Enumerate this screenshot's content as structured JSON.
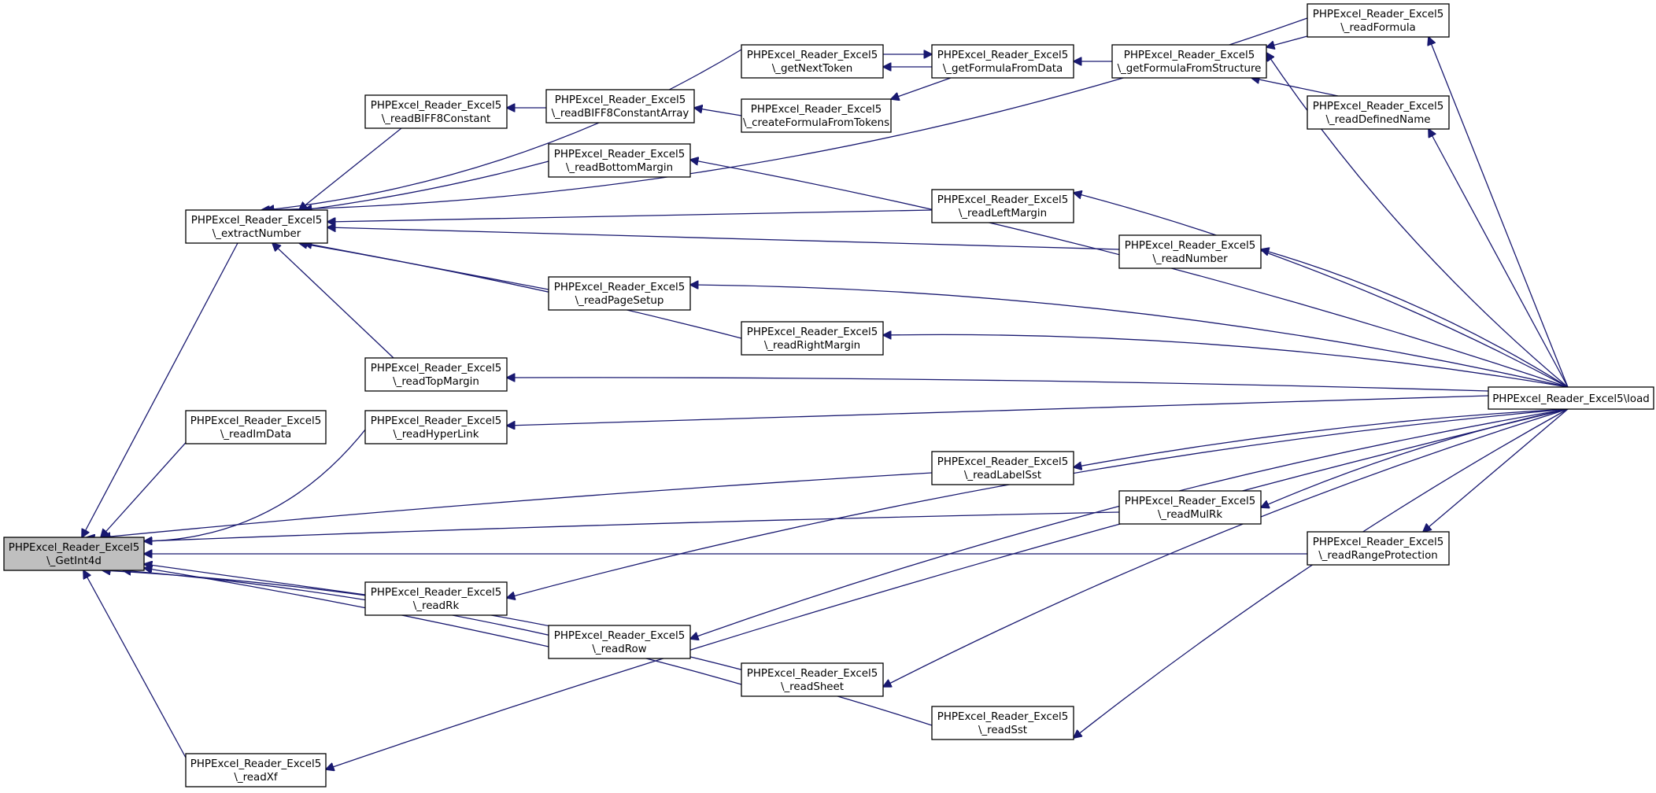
{
  "diagram": {
    "edge_color": "#191970",
    "highlight_fill": "#bfbfbf",
    "nodes": [
      {
        "id": "getint4d",
        "line1": "PHPExcel_Reader_Excel5",
        "line2": "\\_GetInt4d",
        "highlight": true
      },
      {
        "id": "extractnumber",
        "line1": "PHPExcel_Reader_Excel5",
        "line2": "\\_extractNumber"
      },
      {
        "id": "readimdata",
        "line1": "PHPExcel_Reader_Excel5",
        "line2": "\\_readImData"
      },
      {
        "id": "readxf",
        "line1": "PHPExcel_Reader_Excel5",
        "line2": "\\_readXf"
      },
      {
        "id": "readbiff8constant",
        "line1": "PHPExcel_Reader_Excel5",
        "line2": "\\_readBIFF8Constant"
      },
      {
        "id": "readtopmargin",
        "line1": "PHPExcel_Reader_Excel5",
        "line2": "\\_readTopMargin"
      },
      {
        "id": "readhyperlink",
        "line1": "PHPExcel_Reader_Excel5",
        "line2": "\\_readHyperLink"
      },
      {
        "id": "readrk",
        "line1": "PHPExcel_Reader_Excel5",
        "line2": "\\_readRk"
      },
      {
        "id": "readbiff8constantarray",
        "line1": "PHPExcel_Reader_Excel5",
        "line2": "\\_readBIFF8ConstantArray"
      },
      {
        "id": "readbottommargin",
        "line1": "PHPExcel_Reader_Excel5",
        "line2": "\\_readBottomMargin"
      },
      {
        "id": "readpagesetup",
        "line1": "PHPExcel_Reader_Excel5",
        "line2": "\\_readPageSetup"
      },
      {
        "id": "readrow",
        "line1": "PHPExcel_Reader_Excel5",
        "line2": "\\_readRow"
      },
      {
        "id": "getnexttoken",
        "line1": "PHPExcel_Reader_Excel5",
        "line2": "\\_getNextToken"
      },
      {
        "id": "createformulafromtokens",
        "line1": "PHPExcel_Reader_Excel5",
        "line2": "\\_createFormulaFromTokens"
      },
      {
        "id": "readrightmargin",
        "line1": "PHPExcel_Reader_Excel5",
        "line2": "\\_readRightMargin"
      },
      {
        "id": "readsheet",
        "line1": "PHPExcel_Reader_Excel5",
        "line2": "\\_readSheet"
      },
      {
        "id": "getformulafromdata",
        "line1": "PHPExcel_Reader_Excel5",
        "line2": "\\_getFormulaFromData"
      },
      {
        "id": "readleftmargin",
        "line1": "PHPExcel_Reader_Excel5",
        "line2": "\\_readLeftMargin"
      },
      {
        "id": "readlabelsst",
        "line1": "PHPExcel_Reader_Excel5",
        "line2": "\\_readLabelSst"
      },
      {
        "id": "readsst",
        "line1": "PHPExcel_Reader_Excel5",
        "line2": "\\_readSst"
      },
      {
        "id": "getformulafromstructure",
        "line1": "PHPExcel_Reader_Excel5",
        "line2": "\\_getFormulaFromStructure"
      },
      {
        "id": "readnumber",
        "line1": "PHPExcel_Reader_Excel5",
        "line2": "\\_readNumber"
      },
      {
        "id": "readmulrk",
        "line1": "PHPExcel_Reader_Excel5",
        "line2": "\\_readMulRk"
      },
      {
        "id": "readformula",
        "line1": "PHPExcel_Reader_Excel5",
        "line2": "\\_readFormula"
      },
      {
        "id": "readdefinedname",
        "line1": "PHPExcel_Reader_Excel5",
        "line2": "\\_readDefinedName"
      },
      {
        "id": "readrangeprotection",
        "line1": "PHPExcel_Reader_Excel5",
        "line2": "\\_readRangeProtection"
      },
      {
        "id": "load",
        "line1": "PHPExcel_Reader_Excel5\\load",
        "line2": ""
      }
    ],
    "edges": [
      {
        "from": "extractnumber",
        "to": "getint4d"
      },
      {
        "from": "readhyperlink",
        "to": "getint4d"
      },
      {
        "from": "readimdata",
        "to": "getint4d"
      },
      {
        "from": "readlabelsst",
        "to": "getint4d"
      },
      {
        "from": "readmulrk",
        "to": "getint4d"
      },
      {
        "from": "readrangeprotection",
        "to": "getint4d"
      },
      {
        "from": "readrk",
        "to": "getint4d"
      },
      {
        "from": "readrow",
        "to": "getint4d"
      },
      {
        "from": "readsheet",
        "to": "getint4d"
      },
      {
        "from": "readsst",
        "to": "getint4d"
      },
      {
        "from": "readxf",
        "to": "getint4d"
      },
      {
        "from": "readformula",
        "to": "extractnumber"
      },
      {
        "from": "getnexttoken",
        "to": "extractnumber"
      },
      {
        "from": "readbiff8constant",
        "to": "extractnumber"
      },
      {
        "from": "readbottommargin",
        "to": "extractnumber"
      },
      {
        "from": "readleftmargin",
        "to": "extractnumber"
      },
      {
        "from": "readnumber",
        "to": "extractnumber"
      },
      {
        "from": "readpagesetup",
        "to": "extractnumber"
      },
      {
        "from": "readrightmargin",
        "to": "extractnumber"
      },
      {
        "from": "readtopmargin",
        "to": "extractnumber"
      },
      {
        "from": "readbiff8constantarray",
        "to": "readbiff8constant"
      },
      {
        "from": "createformulafromtokens",
        "to": "readbiff8constantarray"
      },
      {
        "from": "getformulafromdata",
        "to": "getnexttoken"
      },
      {
        "from": "getnexttoken",
        "to": "getformulafromdata"
      },
      {
        "from": "getformulafromstructure",
        "to": "getformulafromdata"
      },
      {
        "from": "getformulafromdata",
        "to": "createformulafromtokens"
      },
      {
        "from": "readformula",
        "to": "getformulafromstructure"
      },
      {
        "from": "readdefinedname",
        "to": "getformulafromstructure"
      },
      {
        "from": "load",
        "to": "getformulafromstructure"
      },
      {
        "from": "load",
        "to": "readformula"
      },
      {
        "from": "load",
        "to": "readdefinedname"
      },
      {
        "from": "load",
        "to": "readbottommargin"
      },
      {
        "from": "load",
        "to": "readleftmargin"
      },
      {
        "from": "load",
        "to": "readnumber"
      },
      {
        "from": "load",
        "to": "readpagesetup"
      },
      {
        "from": "load",
        "to": "readrightmargin"
      },
      {
        "from": "load",
        "to": "readtopmargin"
      },
      {
        "from": "load",
        "to": "readhyperlink"
      },
      {
        "from": "load",
        "to": "readlabelsst"
      },
      {
        "from": "load",
        "to": "readmulrk"
      },
      {
        "from": "load",
        "to": "readrangeprotection"
      },
      {
        "from": "load",
        "to": "readrk"
      },
      {
        "from": "load",
        "to": "readrow"
      },
      {
        "from": "load",
        "to": "readsheet"
      },
      {
        "from": "load",
        "to": "readsst"
      },
      {
        "from": "load",
        "to": "readxf"
      }
    ]
  }
}
